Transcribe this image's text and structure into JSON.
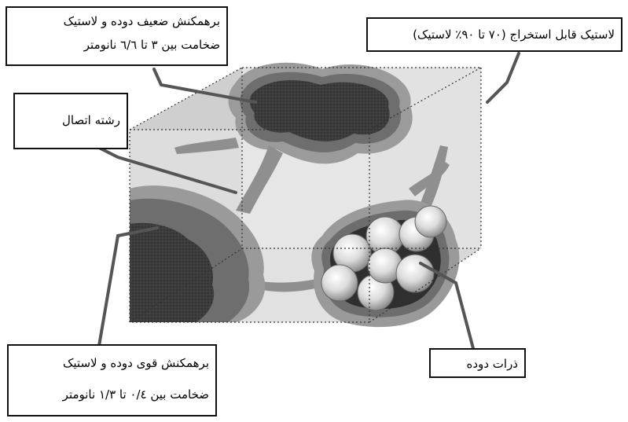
{
  "labels": {
    "weak_bound_rubber": {
      "line1": "برهمکنش ضعیف دوده و لاستیک",
      "line2": "ضخامت بین ۳ تا ٦/٦ نانومتر"
    },
    "extractable_rubber": {
      "line1": "لاستیک قابل استخراج (۷۰ تا ۹۰٪ لاستیک)"
    },
    "tie_chain": {
      "line1": "رشته اتصال"
    },
    "strong_bound_rubber": {
      "line1": "برهمکنش قوی دوده و لاستیک",
      "line2": "ضخامت بین ۰/٤ تا ۱/۳ نانومتر"
    },
    "carbon_particles": {
      "line1": "ذرات دوده"
    }
  },
  "colors": {
    "outer_halo": "#9a9a9a",
    "mid_shell": "#6f6f6f",
    "dark_core": "#3b3b3b",
    "cube_face": "#d6d6d6",
    "particle": "#e8e8e8"
  }
}
